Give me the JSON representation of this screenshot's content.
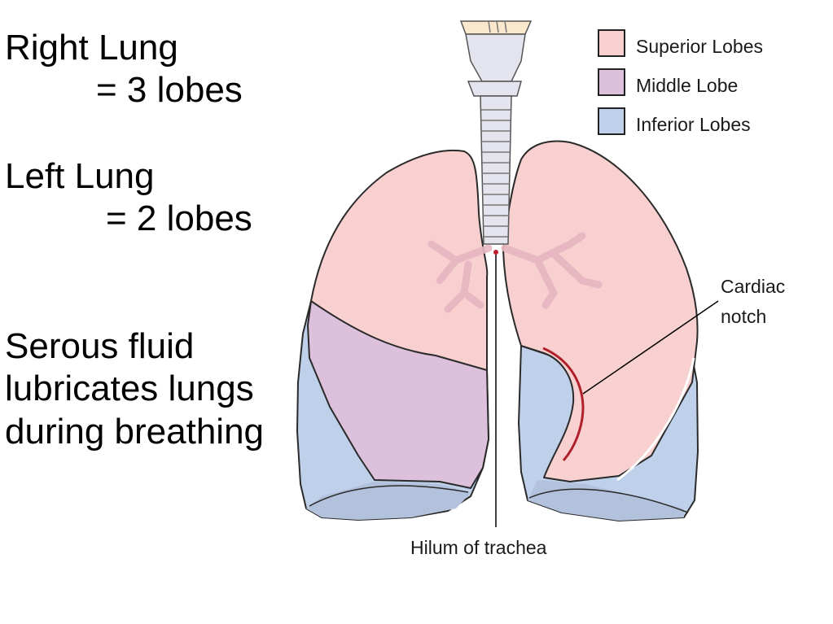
{
  "notes": {
    "right_lung": "Right Lung",
    "right_lobes": "= 3 lobes",
    "left_lung": "Left Lung",
    "left_lobes": "= 2 lobes",
    "serous_line1": "Serous fluid",
    "serous_line2": "lubricates lungs",
    "serous_line3": "during breathing"
  },
  "legend": {
    "items": [
      {
        "label": "Superior Lobes",
        "color": "#f8d0d0"
      },
      {
        "label": "Middle Lobe",
        "color": "#dcc0dc"
      },
      {
        "label": "Inferior Lobes",
        "color": "#bfd0ea"
      }
    ]
  },
  "labels": {
    "cardiac_line1": "Cardiac",
    "cardiac_line2": "notch",
    "hilum": "Hilum of trachea"
  },
  "colors": {
    "superior": "#f8d0d0",
    "middle": "#dcc0dc",
    "inferior": "#bfd0ea",
    "inferior_shadow": "#b3c2dc",
    "trachea": "#e4e4ee",
    "bronchi": "#e6b6c0",
    "cardiac_notch": "#b0202a",
    "outline": "#2a2a2a"
  }
}
